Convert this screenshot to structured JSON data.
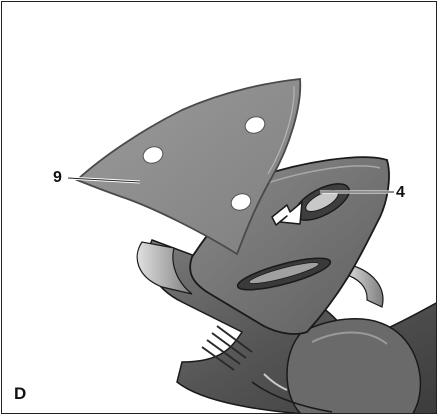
{
  "figure": {
    "panel_label": "D",
    "callouts": [
      {
        "id": "9",
        "label": "9",
        "target": "sanding-sheet"
      },
      {
        "id": "4",
        "label": "4",
        "target": "sheet-lock-slot"
      }
    ],
    "colors": {
      "sheet": "#8d8d8d",
      "sheet_edge": "#4a4a4a",
      "sole_plate": "#6f6f6f",
      "tool_body": "#5c5c5c",
      "handle_silver": "#b9b9b9",
      "outline": "#1a1a1a",
      "frame_border": "#222222"
    },
    "icons": [
      "arrow-icon"
    ]
  }
}
